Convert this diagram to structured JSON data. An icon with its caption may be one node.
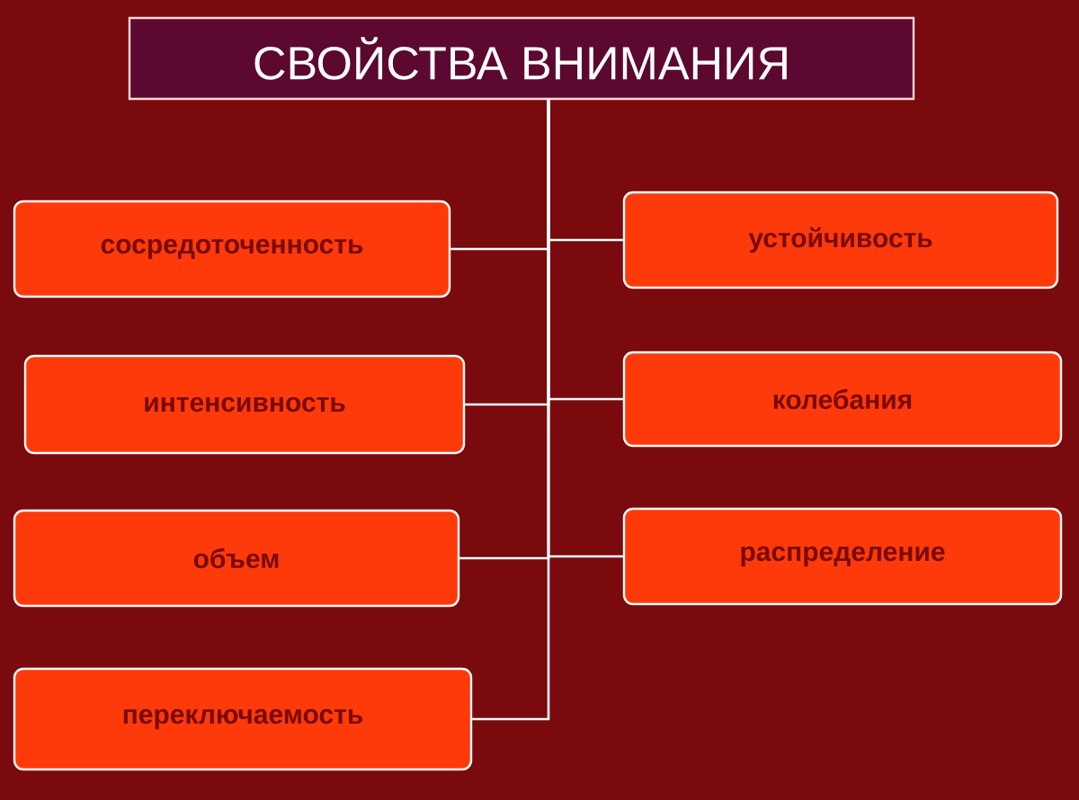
{
  "diagram": {
    "nodes": [
      {
        "text": [
          "СВОЙСТВА  ВНИМАНИЯ"
        ]
      },
      {
        "text": [
          "сосредоточенность"
        ]
      },
      {
        "text": [
          "устойчивость"
        ]
      },
      {
        "text": [
          "интенсивность"
        ]
      },
      {
        "text": [
          "колебания"
        ]
      },
      {
        "text": [
          "объем"
        ]
      },
      {
        "text": [
          "распределение"
        ]
      },
      {
        "text": [
          "переключаемость"
        ]
      }
    ],
    "edges": [
      {
        "from": 0,
        "to": 1,
        "arrow": "none"
      },
      {
        "from": 0,
        "to": 2,
        "arrow": "none"
      },
      {
        "from": 0,
        "to": 3,
        "arrow": "none"
      },
      {
        "from": 0,
        "to": 4,
        "arrow": "none"
      },
      {
        "from": 0,
        "to": 5,
        "arrow": "none"
      },
      {
        "from": 0,
        "to": 6,
        "arrow": "none"
      },
      {
        "from": 0,
        "to": 7,
        "arrow": "none"
      }
    ]
  }
}
